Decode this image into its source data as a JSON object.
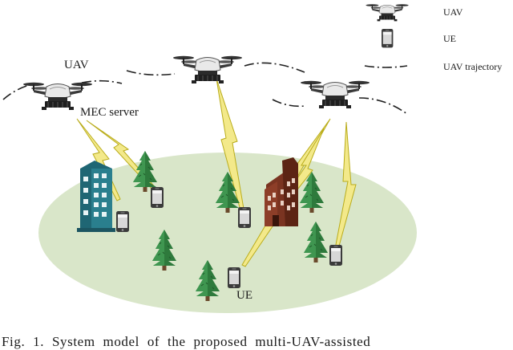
{
  "legend": {
    "uav_label": "UAV",
    "ue_label": "UE",
    "trajectory_label": "UAV trajectory"
  },
  "scene": {
    "uav_label": "UAV",
    "mec_label": "MEC server",
    "ue_label": "UE"
  },
  "caption": "Fig. 1.  System model of the proposed multi-UAV-assisted"
}
